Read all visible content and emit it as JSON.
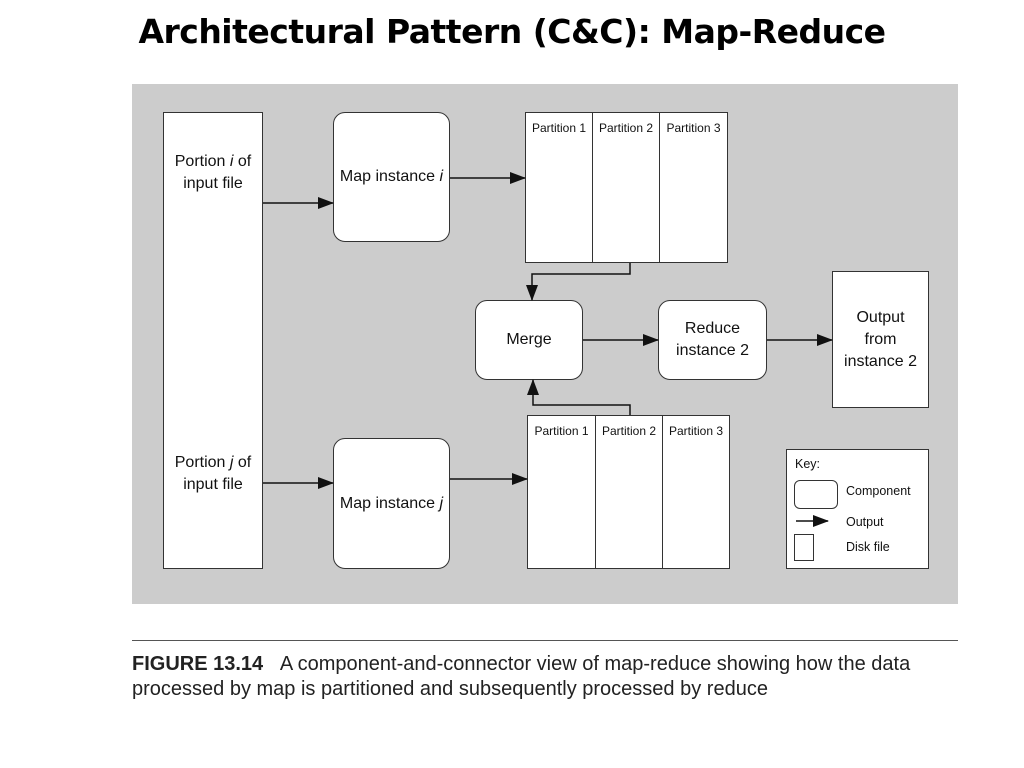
{
  "title": "Architectural Pattern (C&C): Map-Reduce",
  "diagram": {
    "portion_i": {
      "line1_a": "Portion ",
      "var": "i",
      "line1_b": " of",
      "line2": "input file"
    },
    "portion_j": {
      "line1_a": "Portion ",
      "var": "j",
      "line1_b": " of",
      "line2": "input file"
    },
    "map_i": {
      "text": "Map instance ",
      "var": "i"
    },
    "map_j": {
      "text": "Map instance ",
      "var": "j"
    },
    "partitions_top": [
      "Partition 1",
      "Partition 2",
      "Partition 3"
    ],
    "partitions_bottom": [
      "Partition 1",
      "Partition 2",
      "Partition 3"
    ],
    "merge": "Merge",
    "reduce": {
      "line1": "Reduce",
      "line2": "instance 2"
    },
    "output": {
      "line1": "Output",
      "line2": "from",
      "line3": "instance 2"
    },
    "key": {
      "title": "Key:",
      "component": "Component",
      "output": "Output",
      "disk": "Disk file"
    }
  },
  "caption": {
    "label": "FIGURE 13.14",
    "text": "A component-and-connector view of map-reduce showing how the data processed by map is partitioned and subsequently processed by reduce"
  }
}
